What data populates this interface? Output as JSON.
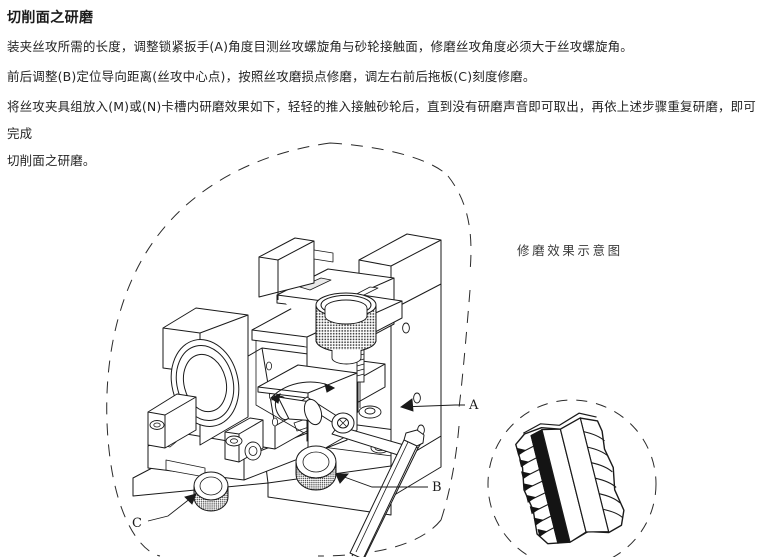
{
  "document": {
    "title": "切削面之研磨",
    "paragraphs": [
      "装夹丝攻所需的长度，调整锁紧扳手(A)角度目测丝攻螺旋角与砂轮接触面，修磨丝攻角度必须大于丝攻螺旋角。",
      "前后调整(B)定位导向距离(丝攻中心点)，按照丝攻磨损点修磨，调左右前后拖板(C)刻度修磨。",
      "将丝攻夹具组放入(M)或(N)卡槽内研磨效果如下，轻轻的推入接触砂轮后，直到没有研磨声音即可取出，再依上述步骤重复研磨，即可完成",
      "切削面之研磨。"
    ]
  },
  "figure": {
    "name": "tap-grinding-machine-diagram",
    "callouts": [
      {
        "label": "A",
        "target": "locking-lever"
      },
      {
        "label": "B",
        "target": "front-rear-positioning-knob"
      },
      {
        "label": "C",
        "target": "cross-slide-scale-knob"
      }
    ]
  },
  "detail": {
    "caption": "修磨效果示意图",
    "name": "tap-grinding-result-detail"
  },
  "colors": {
    "line": "#1a1a1a",
    "text": "#242424",
    "title": "#1b1b1b",
    "caption": "#3a3a3a",
    "background": "#ffffff",
    "shade_light": "#f2f2f2",
    "shade_mid": "#d8d8d8",
    "shade_dark": "#141414"
  }
}
